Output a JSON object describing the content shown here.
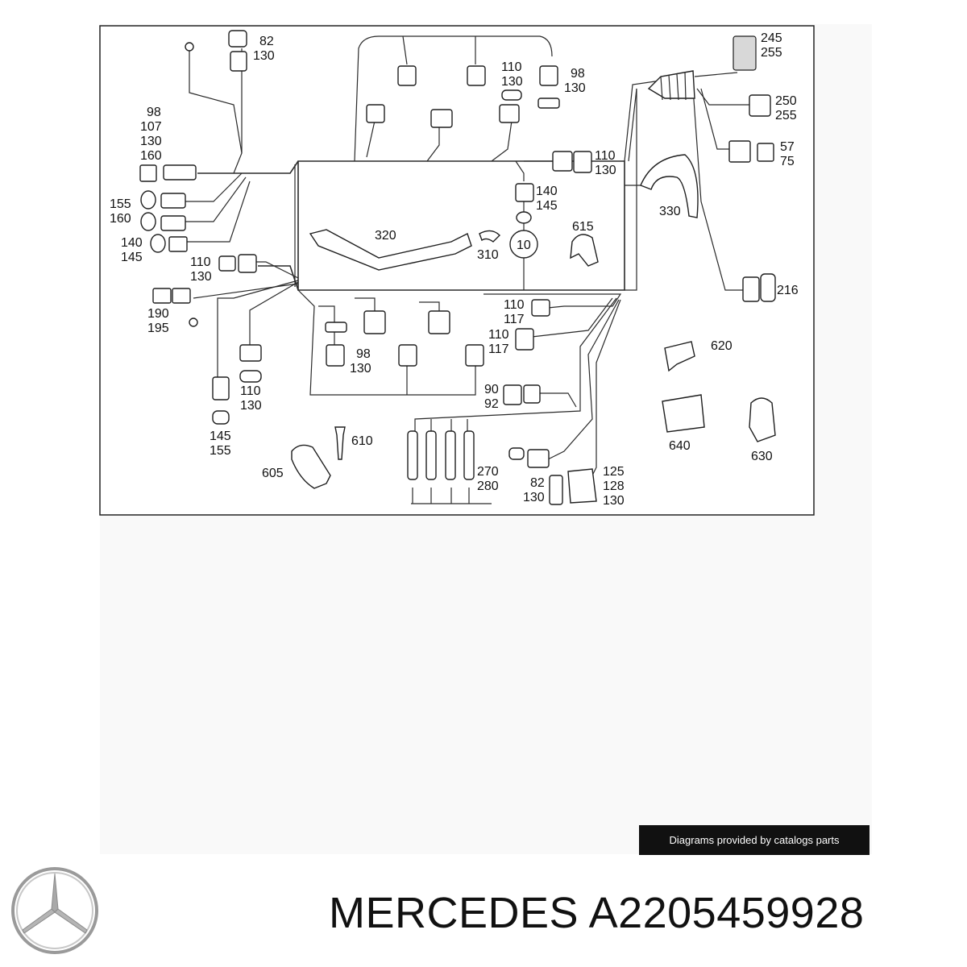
{
  "callouts": [
    {
      "id": "c82a",
      "lines": [
        "82",
        "130"
      ]
    },
    {
      "id": "c98a",
      "lines": [
        "98",
        "107",
        "130",
        "160"
      ]
    },
    {
      "id": "c155a",
      "lines": [
        "155",
        "160"
      ]
    },
    {
      "id": "c140a",
      "lines": [
        "140",
        "145"
      ]
    },
    {
      "id": "c110a",
      "lines": [
        "110",
        "130"
      ]
    },
    {
      "id": "c190",
      "lines": [
        "190",
        "195"
      ]
    },
    {
      "id": "c110b",
      "lines": [
        "110",
        "130"
      ]
    },
    {
      "id": "c145",
      "lines": [
        "145",
        "155"
      ]
    },
    {
      "id": "c110c",
      "lines": [
        "110",
        "130"
      ]
    },
    {
      "id": "c98b",
      "lines": [
        "98",
        "130"
      ]
    },
    {
      "id": "c110d",
      "lines": [
        "110",
        "130"
      ]
    },
    {
      "id": "c140b",
      "lines": [
        "140",
        "145"
      ]
    },
    {
      "id": "c320",
      "lines": [
        "320"
      ]
    },
    {
      "id": "c310",
      "lines": [
        "310"
      ]
    },
    {
      "id": "c10",
      "lines": [
        "10"
      ]
    },
    {
      "id": "c615",
      "lines": [
        "615"
      ]
    },
    {
      "id": "c245",
      "lines": [
        "245",
        "255"
      ]
    },
    {
      "id": "c250",
      "lines": [
        "250",
        "255"
      ]
    },
    {
      "id": "c57",
      "lines": [
        "57",
        "75"
      ]
    },
    {
      "id": "c330",
      "lines": [
        "330"
      ]
    },
    {
      "id": "c216",
      "lines": [
        "216"
      ]
    },
    {
      "id": "c110e",
      "lines": [
        "110",
        "117"
      ]
    },
    {
      "id": "c110f",
      "lines": [
        "110",
        "117"
      ]
    },
    {
      "id": "c98c",
      "lines": [
        "98",
        "130"
      ]
    },
    {
      "id": "c90",
      "lines": [
        "90",
        "92"
      ]
    },
    {
      "id": "c610",
      "lines": [
        "610"
      ]
    },
    {
      "id": "c605",
      "lines": [
        "605"
      ]
    },
    {
      "id": "c270",
      "lines": [
        "270",
        "280"
      ]
    },
    {
      "id": "c82b",
      "lines": [
        "82",
        "130"
      ]
    },
    {
      "id": "c125",
      "lines": [
        "125",
        "128",
        "130"
      ]
    },
    {
      "id": "c620",
      "lines": [
        "620"
      ]
    },
    {
      "id": "c640",
      "lines": [
        "640"
      ]
    },
    {
      "id": "c630",
      "lines": [
        "630"
      ]
    }
  ],
  "credit": "Diagrams provided by catalogs parts",
  "brand_title": "MERCEDES A2205459928",
  "logo_icon": "mercedes-star-icon"
}
